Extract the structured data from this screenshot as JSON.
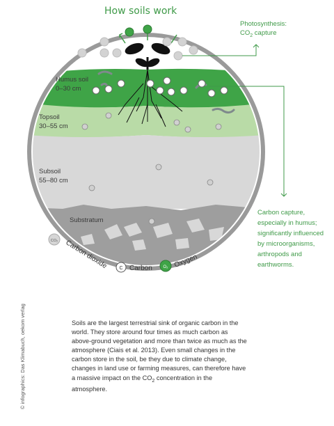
{
  "title": "How soils work",
  "photosynthesis": {
    "line1": "Photosynthesis:",
    "line2_pre": "CO",
    "line2_sub": "2",
    "line2_post": " capture"
  },
  "layers": [
    {
      "name": "Humus soil",
      "depth": "0–30 cm"
    },
    {
      "name": "Topsoil",
      "depth": "30–55 cm"
    },
    {
      "name": "Subsoil",
      "depth": "55–80 cm"
    },
    {
      "name": "Substratum",
      "depth": ""
    }
  ],
  "legend": {
    "co2": "Carbon dioxide",
    "carbon": "Carbon",
    "oxygen": "Oxygen",
    "co2_symbol": "CO₂",
    "carbon_symbol": "C",
    "oxygen_symbol": "O₂"
  },
  "capture_note": "Carbon capture, especially in humus; significantly influenced by microorganisms, arthropods and earthworms.",
  "credit": "© infographics: Das Klimabuch, oekom verlag",
  "body_text": {
    "pre": "Soils are the largest terrestrial sink of organic carbon in the world. They store around four times as much carbon as above-ground vegetation and more than twice as much as the atmosphere (Ciais et al. 2013). Even small changes in the carbon store in the soil, be they due to climate change, changes in land use or farming measures, can therefore have a massive impact on the CO",
    "sub": "2",
    "post": " concentration in the atmosphere."
  },
  "colors": {
    "humus": "#3fa447",
    "topsoil": "#b8d9a6",
    "subsoil": "#d6d6d6",
    "substratum": "#9c9c9c",
    "accent_green": "#3f9a48",
    "rim": "#8a8a8a"
  }
}
